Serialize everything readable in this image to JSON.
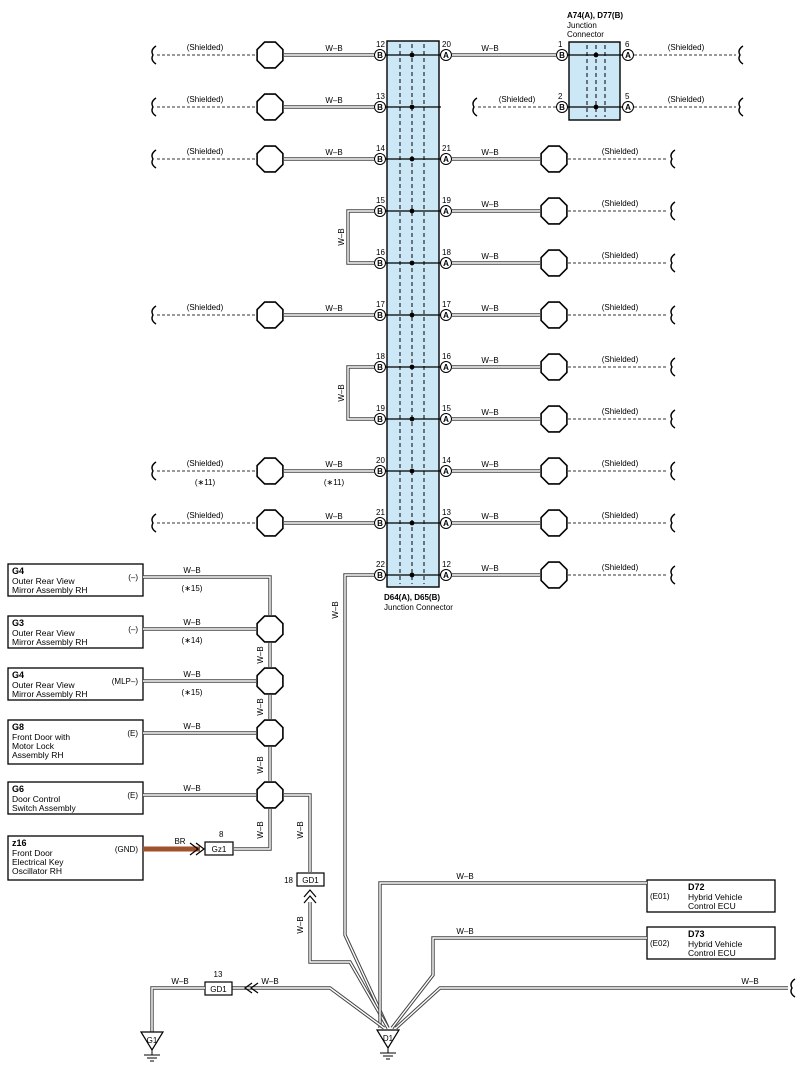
{
  "wire_color": "W–B",
  "wire_color_br": "BR",
  "shielded": "(Shielded)",
  "junction_main": {
    "code": "D64(A), D65(B)",
    "name": "Junction Connector",
    "fill": "#cce8f7",
    "rows": [
      {
        "b_pin": "12",
        "a_pin": "20",
        "left": "shield",
        "right": "jc2_a"
      },
      {
        "b_pin": "13",
        "a_pin": "",
        "left": "shield",
        "right": "jc2_b"
      },
      {
        "b_pin": "14",
        "a_pin": "21",
        "left": "shield",
        "right": "shield"
      },
      {
        "b_pin": "15",
        "a_pin": "19",
        "left": "loop_top",
        "right": "shield"
      },
      {
        "b_pin": "16",
        "a_pin": "18",
        "left": "loop_bottom",
        "right": "shield"
      },
      {
        "b_pin": "17",
        "a_pin": "17",
        "left": "shield",
        "right": "shield"
      },
      {
        "b_pin": "18",
        "a_pin": "16",
        "left": "loop_top",
        "right": "shield"
      },
      {
        "b_pin": "19",
        "a_pin": "15",
        "left": "loop_bottom",
        "right": "shield"
      },
      {
        "b_pin": "20",
        "a_pin": "14",
        "left": "shield_note",
        "right": "shield"
      },
      {
        "b_pin": "21",
        "a_pin": "13",
        "left": "shield",
        "right": "shield"
      },
      {
        "b_pin": "22",
        "a_pin": "12",
        "left": "ground",
        "right": "shield"
      }
    ]
  },
  "junction_small": {
    "code": "A74(A), D77(B)",
    "name_line1": "Junction",
    "name_line2": "Connector",
    "pins": {
      "b1": "1",
      "b2": "2",
      "a6": "6",
      "a5": "5"
    }
  },
  "note_11": "(∗11)",
  "components": [
    {
      "code": "G4",
      "l1": "Outer Rear View",
      "l2": "Mirror Assembly RH",
      "l3": "",
      "pin": "(–)",
      "note": "(∗15)",
      "wire": "W–B"
    },
    {
      "code": "G3",
      "l1": "Outer Rear View",
      "l2": "Mirror Assembly RH",
      "l3": "",
      "pin": "(–)",
      "note": "(∗14)",
      "wire": "W–B"
    },
    {
      "code": "G4",
      "l1": "Outer Rear View",
      "l2": "Mirror Assembly RH",
      "l3": "",
      "pin": "(MLP–)",
      "note": "(∗15)",
      "wire": "W–B"
    },
    {
      "code": "G8",
      "l1": "Front Door with",
      "l2": "Motor Lock",
      "l3": "Assembly RH",
      "pin": "(E)",
      "note": "",
      "wire": "W–B"
    },
    {
      "code": "G6",
      "l1": "Door Control",
      "l2": "Switch Assembly",
      "l3": "",
      "pin": "(E)",
      "note": "",
      "wire": "W–B"
    },
    {
      "code": "z16",
      "l1": "Front Door",
      "l2": "Electrical Key",
      "l3": "Oscillator RH",
      "pin": "(GND)",
      "note": "",
      "wire": "BR"
    }
  ],
  "gz1": {
    "label": "Gz1",
    "pin": "8"
  },
  "gd1_upper": {
    "label": "GD1",
    "pin": "18"
  },
  "gd1_lower": {
    "label": "GD1",
    "pin": "13"
  },
  "ecus": [
    {
      "code": "D72",
      "l1": "Hybrid Vehicle",
      "l2": "Control ECU",
      "pin": "(E01)"
    },
    {
      "code": "D73",
      "l1": "Hybrid Vehicle",
      "l2": "Control ECU",
      "pin": "(E02)"
    }
  ],
  "grounds": {
    "g1": "G1",
    "d1": "D1"
  }
}
